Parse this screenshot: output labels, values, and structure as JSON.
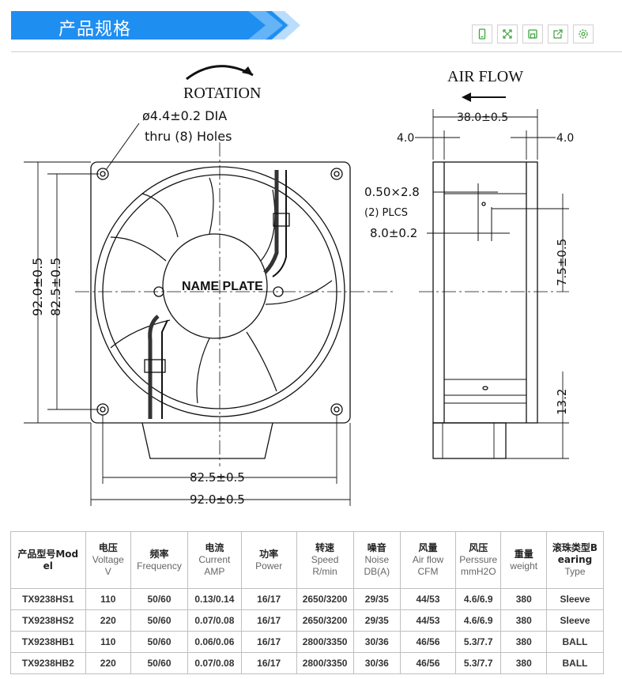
{
  "header": {
    "title": "产品规格"
  },
  "toolbar": [
    {
      "icon": "mobile-icon"
    },
    {
      "icon": "fullscreen-icon"
    },
    {
      "icon": "save-icon"
    },
    {
      "icon": "share-icon"
    },
    {
      "icon": "settings-icon"
    }
  ],
  "drawing": {
    "rotation": "ROTATION",
    "air_flow": "AIR FLOW",
    "hole_spec_1": "ø4.4±0.2 DIA",
    "hole_spec_2": "thru (8) Holes",
    "name_plate": "NAME PLATE",
    "dim_total_height": "92.0±0.5",
    "dim_hole_height": "82.5±0.5",
    "dim_hole_width": "82.5±0.5",
    "dim_total_width": "92.0±0.5",
    "dim_depth": "38.0±0.5",
    "dim_left_flange": "4.0",
    "dim_right_flange": "4.0",
    "dim_terminal": "0.50×2.8",
    "dim_terminal_count": "(2) PLCS",
    "dim_terminal_spacing": "8.0±0.2",
    "dim_terminal_offset": "7.5±0.5",
    "dim_box_height": "13.2"
  },
  "table": {
    "headers": [
      {
        "zh": "产品型号Mod",
        "zh2": "el",
        "en1": "",
        "en2": ""
      },
      {
        "zh": "电压",
        "zh2": "",
        "en1": "Voltage",
        "en2": "V"
      },
      {
        "zh": "频率",
        "zh2": "",
        "en1": "Frequency",
        "en2": ""
      },
      {
        "zh": "电流",
        "zh2": "",
        "en1": "Current",
        "en2": "AMP"
      },
      {
        "zh": "功率",
        "zh2": "",
        "en1": "Power",
        "en2": ""
      },
      {
        "zh": "转速",
        "zh2": "",
        "en1": "Speed",
        "en2": "R/min"
      },
      {
        "zh": "噪音",
        "zh2": "",
        "en1": "Noise",
        "en2": "DB(A)"
      },
      {
        "zh": "风量",
        "zh2": "",
        "en1": "Air flow",
        "en2": "CFM"
      },
      {
        "zh": "风压",
        "zh2": "",
        "en1": "Perssure",
        "en2": "mmH2O"
      },
      {
        "zh": "重量",
        "zh2": "",
        "en1": "weight",
        "en2": ""
      },
      {
        "zh": "滚珠类型B",
        "zh2": "earing",
        "en1": "",
        "en2": "Type"
      }
    ],
    "rows": [
      [
        "TX9238HS1",
        "110",
        "50/60",
        "0.13/0.14",
        "16/17",
        "2650/3200",
        "29/35",
        "44/53",
        "4.6/6.9",
        "380",
        "Sleeve"
      ],
      [
        "TX9238HS2",
        "220",
        "50/60",
        "0.07/0.08",
        "16/17",
        "2650/3200",
        "29/35",
        "44/53",
        "4.6/6.9",
        "380",
        "Sleeve"
      ],
      [
        "TX9238HB1",
        "110",
        "50/60",
        "0.06/0.06",
        "16/17",
        "2800/3350",
        "30/36",
        "46/56",
        "5.3/7.7",
        "380",
        "BALL"
      ],
      [
        "TX9238HB2",
        "220",
        "50/60",
        "0.07/0.08",
        "16/17",
        "2800/3350",
        "30/36",
        "46/56",
        "5.3/7.7",
        "380",
        "BALL"
      ]
    ]
  },
  "colors": {
    "banner": "#1f8ef1",
    "banner_light": "#6db8f7",
    "icon_green": "#3aa53a"
  }
}
